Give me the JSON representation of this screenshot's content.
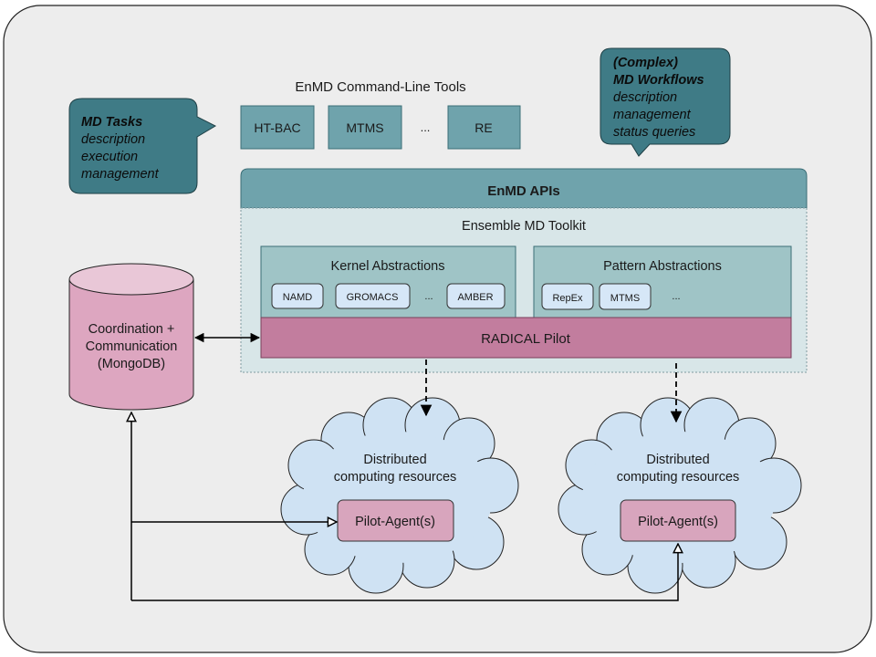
{
  "cli": {
    "title": "EnMD Command-Line Tools",
    "tools": [
      "HT-BAC",
      "MTMS",
      "...",
      "RE"
    ]
  },
  "callouts": {
    "tasks": {
      "heading": "MD Tasks",
      "lines": [
        "description",
        "execution",
        "management"
      ]
    },
    "workflows": {
      "heading1": "(Complex)",
      "heading2": "MD Workflows",
      "lines": [
        "description",
        "management",
        "status queries"
      ]
    }
  },
  "apis": {
    "label": "EnMD APIs"
  },
  "toolkit": {
    "title": "Ensemble MD Toolkit",
    "kernel": {
      "title": "Kernel Abstractions",
      "items": [
        "NAMD",
        "GROMACS",
        "...",
        "AMBER"
      ]
    },
    "pattern": {
      "title": "Pattern Abstractions",
      "items": [
        "RepEx",
        "MTMS",
        "..."
      ]
    },
    "pilot": "RADICAL Pilot"
  },
  "database": {
    "lines": [
      "Coordination +",
      "Communication",
      "(MongoDB)"
    ]
  },
  "clouds": [
    {
      "lines": [
        "Distributed",
        "computing resources"
      ],
      "agent": "Pilot-Agent(s)"
    },
    {
      "lines": [
        "Distributed",
        "computing resources"
      ],
      "agent": "Pilot-Agent(s)"
    }
  ],
  "colors": {
    "background": "#ededed",
    "teal_dark": "#3f7b86",
    "teal_mid": "#6fa3ac",
    "teal_light": "#9fc4c6",
    "toolkit_bg": "#d8e6e8",
    "pilot": "#c27d9e",
    "mongo": "#dda6c0",
    "agent": "#d8a5bd",
    "cloud": "#cfe2f3",
    "chip": "#d6e7f7"
  }
}
